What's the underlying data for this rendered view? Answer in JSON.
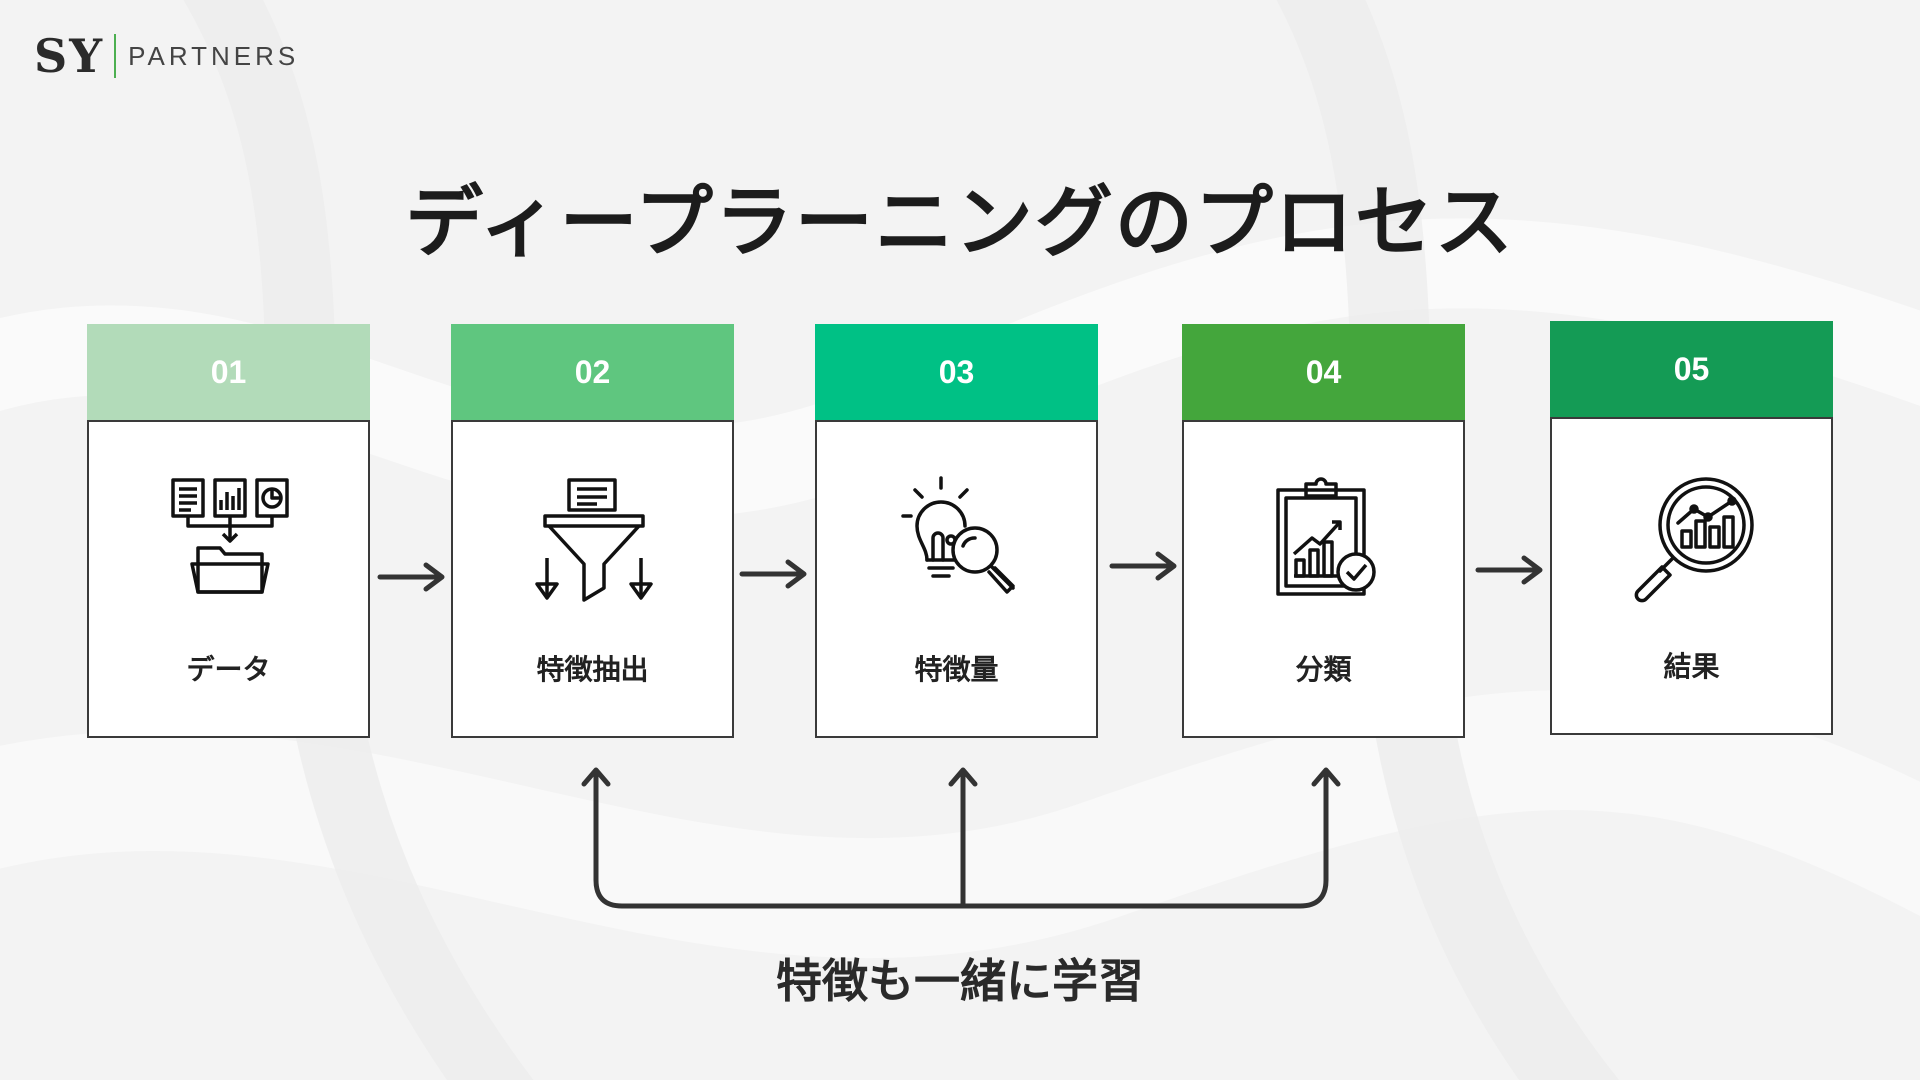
{
  "brand": {
    "mark": "SY",
    "name": "PARTNERS",
    "accent": "#4caf50"
  },
  "title": "ディープラーニングのプロセス",
  "steps": [
    {
      "number": "01",
      "label": "データ",
      "color": "#b2dbb9",
      "icon": "data-files-folder-icon"
    },
    {
      "number": "02",
      "label": "特徴抽出",
      "color": "#5fc67f",
      "icon": "funnel-filter-icon"
    },
    {
      "number": "03",
      "label": "特徴量",
      "color": "#00c185",
      "icon": "lightbulb-magnifier-icon"
    },
    {
      "number": "04",
      "label": "分類",
      "color": "#44a63c",
      "icon": "clipboard-chart-check-icon"
    },
    {
      "number": "05",
      "label": "結果",
      "color": "#149b55",
      "icon": "magnifier-chart-icon"
    }
  ],
  "feedback": {
    "label": "特徴も一緒に学習"
  },
  "colors": {
    "border": "#3a3a3a",
    "arrow": "#333333",
    "background": "#f3f3f3"
  }
}
